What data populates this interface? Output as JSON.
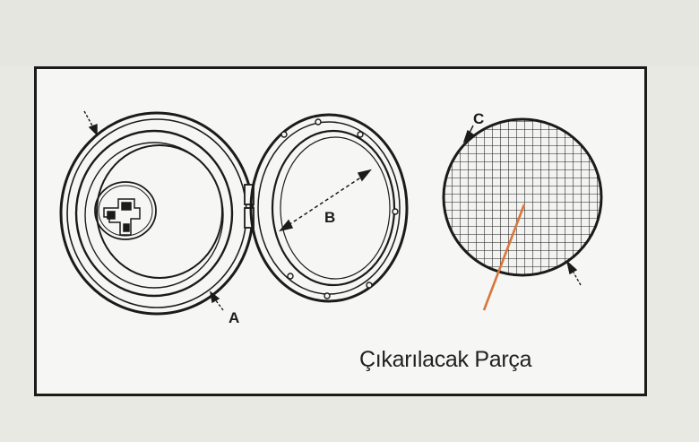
{
  "labels": {
    "a": "A",
    "b": "B",
    "c": "C"
  },
  "caption": "Çıkarılacak Parça",
  "colors": {
    "ink": "#1b1b1b",
    "background": "#f6f6f4",
    "pointer": "#d9763a"
  },
  "icons": {
    "arrow_a": "arrow-icon",
    "arrow_b": "double-arrow-icon",
    "arrow_c": "arrow-icon",
    "pointer": "line-pointer-icon"
  }
}
